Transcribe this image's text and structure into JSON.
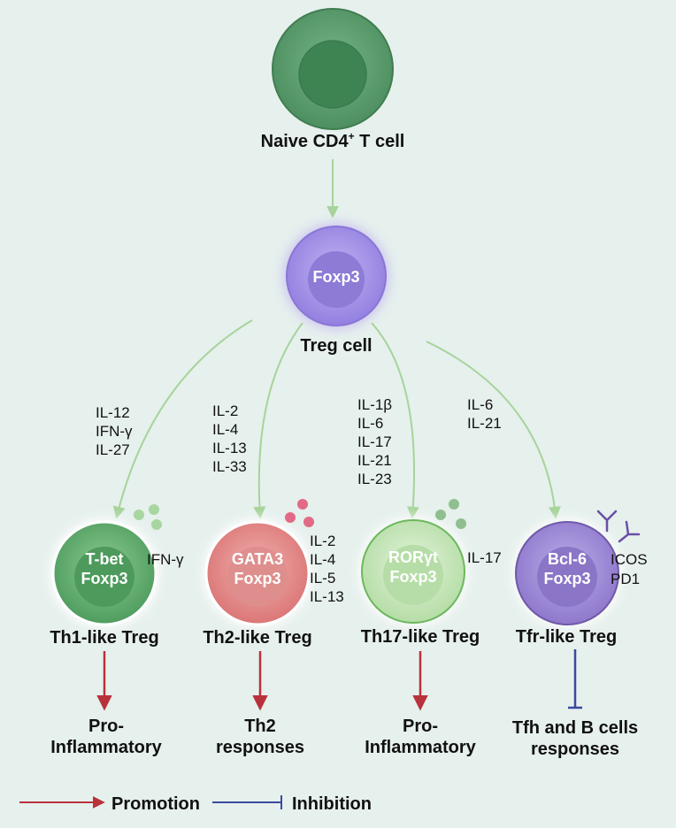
{
  "naive": {
    "label": "Naive CD4",
    "sup": "+",
    "label_tail": " T cell"
  },
  "treg": {
    "inner": "Foxp3",
    "label": "Treg cell"
  },
  "branches": [
    {
      "cytokines": [
        "IL-12",
        "IFN-γ",
        "IL-27"
      ],
      "inner": [
        "T-bet",
        "Foxp3"
      ],
      "secreted": [
        "IFN-γ"
      ],
      "label": "Th1-like Treg",
      "effect": "promotion",
      "outcome": [
        "Pro-",
        "Inflammatory"
      ]
    },
    {
      "cytokines": [
        "IL-2",
        "IL-4",
        "IL-13",
        "IL-33"
      ],
      "inner": [
        "GATA3",
        "Foxp3"
      ],
      "secreted": [
        "IL-2",
        "IL-4",
        "IL-5",
        "IL-13"
      ],
      "label": "Th2-like Treg",
      "effect": "promotion",
      "outcome": [
        "Th2",
        "responses"
      ]
    },
    {
      "cytokines": [
        "IL-1β",
        "IL-6",
        "IL-17",
        "IL-21",
        "IL-23"
      ],
      "inner": [
        "RORγt",
        "Foxp3"
      ],
      "secreted": [
        "IL-17"
      ],
      "label": "Th17-like Treg",
      "effect": "promotion",
      "outcome": [
        "Pro-",
        "Inflammatory"
      ]
    },
    {
      "cytokines": [
        "IL-6",
        "IL-21"
      ],
      "inner": [
        "Bcl-6",
        "Foxp3"
      ],
      "secreted": [
        "ICOS",
        "PD1"
      ],
      "label": "Tfr-like Treg",
      "effect": "inhibition",
      "outcome": [
        "Tfh and B cells",
        "responses"
      ]
    }
  ],
  "legend": {
    "promotion": "Promotion",
    "inhibition": "Inhibition"
  },
  "colors": {
    "background": "#e6f0ed",
    "green_arrow": "#a6d49a",
    "promotion_arrow": "#b8323c",
    "inhibition_arrow": "#3a4a9e",
    "naive_cell": "#5b9e6e",
    "treg_cell": "#a995e6",
    "th1_cell": "#65b072",
    "th2_cell": "#e28a8a",
    "th17_cell": "#c6e7b9",
    "tfr_cell": "#a48fd6"
  }
}
